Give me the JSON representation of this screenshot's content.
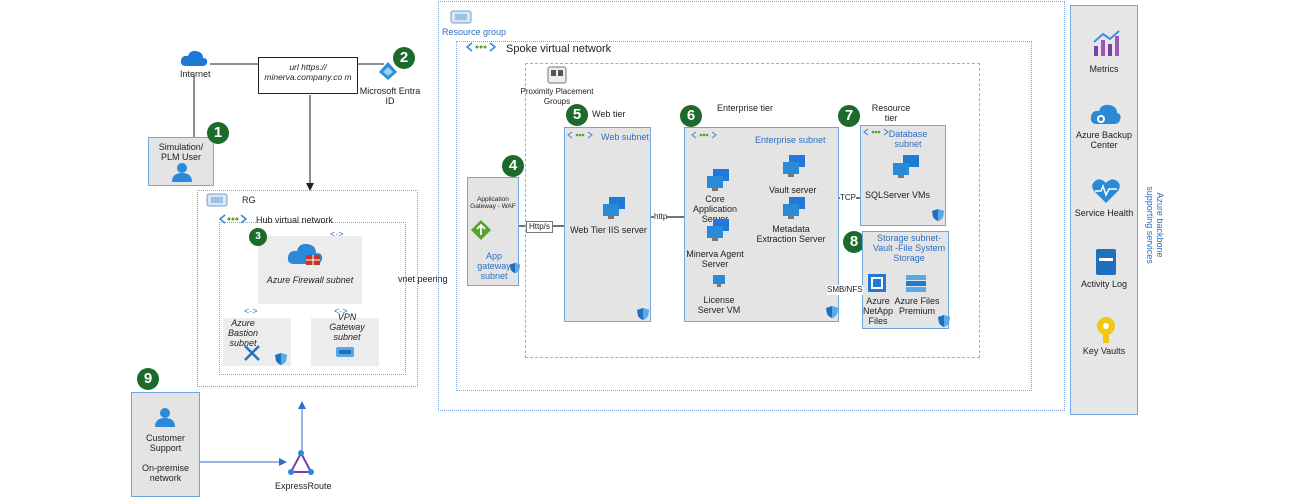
{
  "labels": {
    "internet": "Internet",
    "url": "url https:// minerva.company.co m",
    "entra": "Microsoft Entra ID",
    "sim_user": "Simulation/ PLM User",
    "rg": "RG",
    "hub_vnet": "Hub virtual network",
    "fw_subnet": "Azure Firewall subnet",
    "bastion": "Azure Bastion subnet",
    "vpn": "VPN Gateway subnet",
    "vnet_peering": "vnet peering",
    "resource_group": "Resource group",
    "spoke_vnet": "Spoke virtual network",
    "ppg": "Proximity Placement Groups",
    "web_tier": "Web tier",
    "web_subnet": "Web subnet",
    "web_iis": "Web Tier IIS server",
    "enterprise_tier": "Enterprise tier",
    "enterprise_subnet": "Enterprise subnet",
    "core_app": "Core Application Server",
    "vault_server": "Vault server",
    "metadata": "Metadata Extraction Server",
    "minerva_agent": "Minerva Agent Server",
    "license": "License Server VM",
    "resource_tier": "Resource tier",
    "db_subnet": "Database subnet",
    "sql_vms": "SQLServer VMs",
    "storage_subnet": "Storage subnet-Vault -File System Storage",
    "netapp": "Azure NetApp Files",
    "files_premium": "Azure Files Premium",
    "appgw_waf": "Application Gateway - WAF",
    "appgw_subnet": "App gateway subnet",
    "https": "Http/s",
    "http": "http",
    "tcp": "TCP",
    "smb": "SMB/NFS",
    "customer_support": "Customer Support",
    "onprem": "On-premise network",
    "expressroute": "ExpressRoute",
    "metrics": "Metrics",
    "backup": "Azure Backup Center",
    "service_health": "Service Health",
    "activity_log": "Activity Log",
    "key_vaults": "Key Vaults",
    "backbone": "Azure backbone supporting services"
  },
  "badges": [
    "1",
    "2",
    "3",
    "4",
    "5",
    "6",
    "7",
    "8",
    "9"
  ],
  "colors": {
    "accent": "#2b6fc5",
    "badge": "#1c6b2c",
    "orange": "#f39c4a",
    "panel": "#e4e4e4"
  }
}
